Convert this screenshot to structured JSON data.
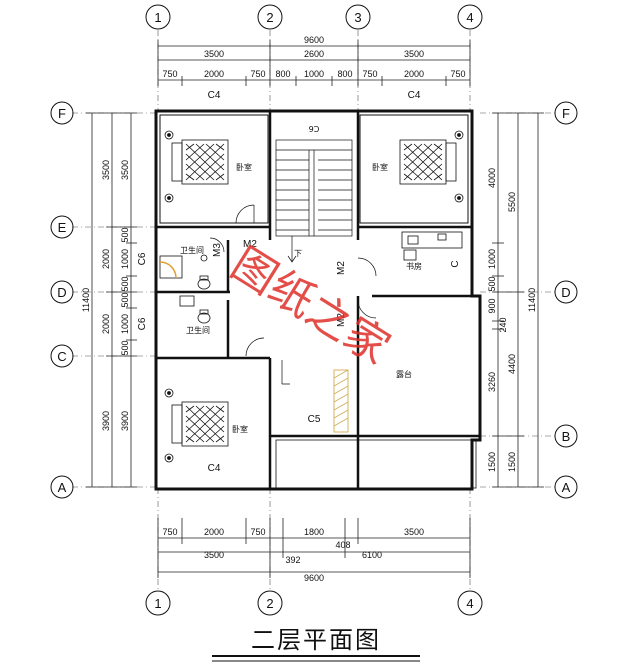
{
  "title": "二层平面图",
  "watermark": "图纸之家",
  "grid": {
    "top": [
      "1",
      "2",
      "3",
      "4"
    ],
    "bottom": [
      "1",
      "2",
      "4"
    ],
    "left": [
      "F",
      "E",
      "D",
      "C",
      "A"
    ],
    "right": [
      "F",
      "D",
      "B",
      "A"
    ]
  },
  "dims": {
    "top_total": "9600",
    "top_mid": [
      "3500",
      "2600",
      "3500"
    ],
    "top_detail": [
      "750",
      "2000",
      "750",
      "800",
      "1000",
      "800",
      "750",
      "2000",
      "750"
    ],
    "bottom_detail": [
      "750",
      "2000",
      "750",
      "1800",
      "3500"
    ],
    "bottom_mid": [
      "3500",
      "392",
      "408",
      "6100"
    ],
    "bottom_total": "9600",
    "left_total": "11400",
    "left_mid": [
      "3500",
      "2000",
      "2000",
      "3900"
    ],
    "left_detail": [
      "3500",
      "500",
      "1000",
      "500",
      "500",
      "1000",
      "500",
      "3900"
    ],
    "right_total": "11400",
    "right_mid": [
      "5500",
      "4400",
      "1500"
    ],
    "right_detail": [
      "4000",
      "1000",
      "500",
      "900",
      "240",
      "3260",
      "1500"
    ]
  },
  "windows": {
    "c4_top_left": "C4",
    "c4_top_right": "C4",
    "c4_bottom": "C4",
    "c6_upper": "C6",
    "c6_lower": "C6",
    "c5": "C5",
    "c_study": "C"
  },
  "doors": {
    "m2_a": "M2",
    "m2_b": "M2",
    "m2_c": "M2",
    "m3": "M3"
  },
  "rooms": {
    "bedroom_tl": "卧室",
    "bedroom_tr": "卧室",
    "bedroom_bl": "卧室",
    "bath_upper": "卫生间",
    "bath_lower": "卫生间",
    "study": "书房",
    "terrace": "露台",
    "stair_down": "下",
    "stair_mark": "C6"
  }
}
